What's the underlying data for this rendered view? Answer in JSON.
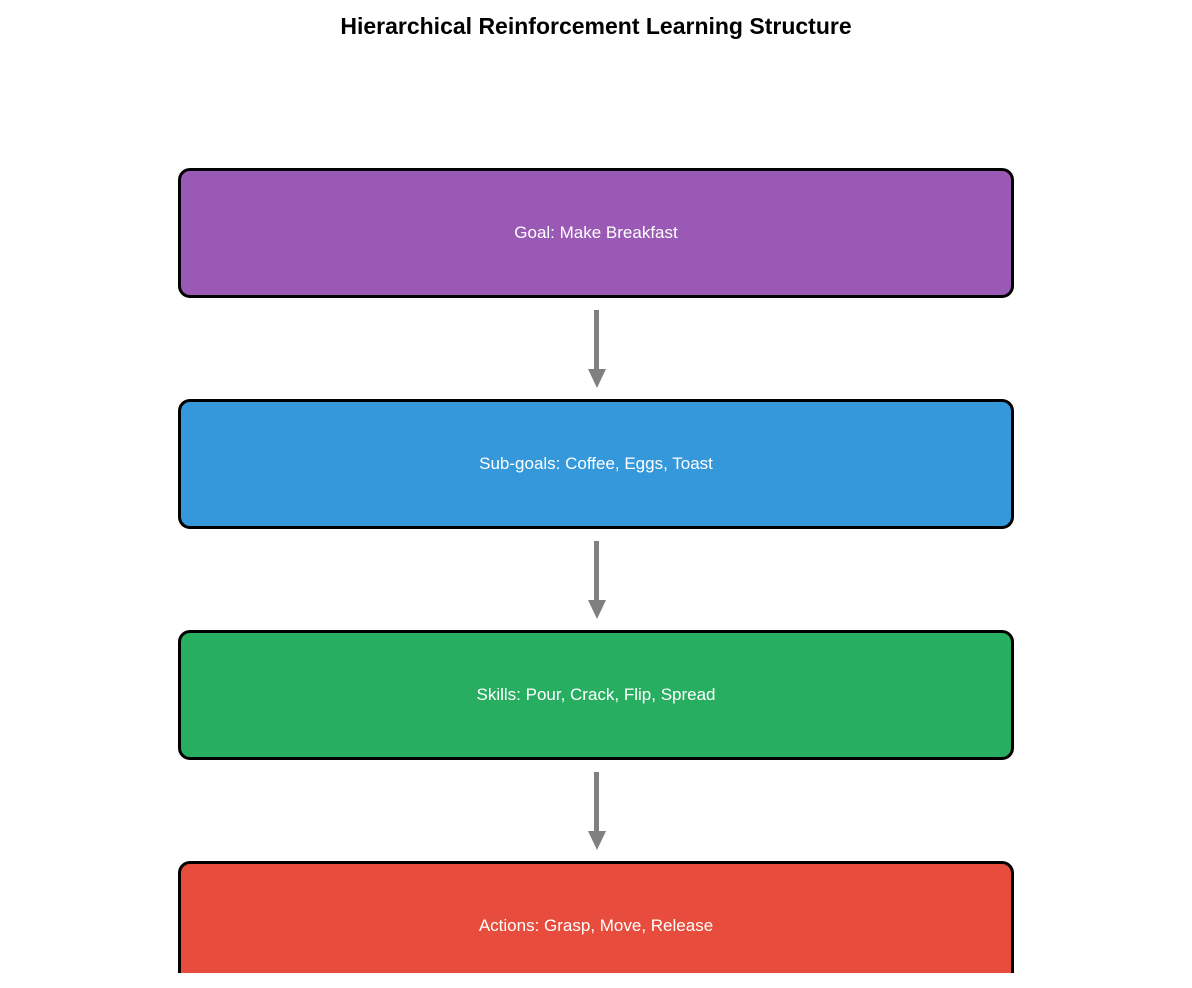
{
  "title": "Hierarchical Reinforcement Learning Structure",
  "diagram": {
    "type": "hierarchy-flowchart",
    "levels": [
      {
        "name": "goal",
        "label": "Goal: Make Breakfast",
        "color": "#9b59b6"
      },
      {
        "name": "sub-goals",
        "label": "Sub-goals: Coffee, Eggs, Toast",
        "color": "#3498db"
      },
      {
        "name": "skills",
        "label": "Skills: Pour, Crack, Flip, Spread",
        "color": "#27ae60"
      },
      {
        "name": "actions",
        "label": "Actions: Grasp, Move, Release",
        "color": "#e74c3c"
      }
    ],
    "arrow_color": "#808080",
    "border_color": "#000000",
    "text_color": "#ffffff",
    "background_color": "#ffffff"
  }
}
